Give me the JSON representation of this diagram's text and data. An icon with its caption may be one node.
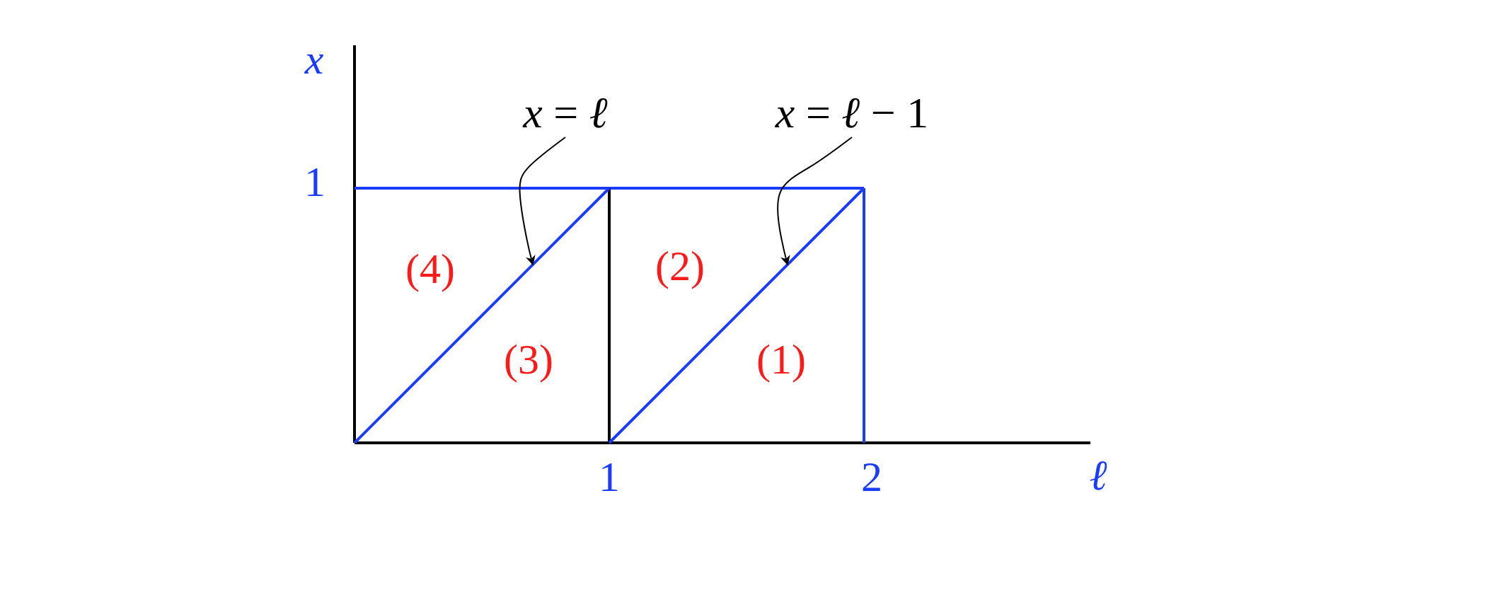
{
  "diagram": {
    "nodes": [
      {
        "text": [
          "*x* = *ℓ*"
        ]
      },
      {
        "text": [
          "*x* = *ℓ* − 1"
        ]
      },
      {
        "text": [],
        "shape": "line"
      },
      {
        "text": [],
        "shape": "line"
      }
    ],
    "edges": [
      {
        "from": 0,
        "to": 2,
        "arrow": "to"
      },
      {
        "from": 1,
        "to": 3,
        "arrow": "to"
      }
    ],
    "labels": [
      "x",
      "1",
      "(4)",
      "(2)",
      "(3)",
      "(1)",
      "1",
      "2",
      "ℓ"
    ]
  }
}
